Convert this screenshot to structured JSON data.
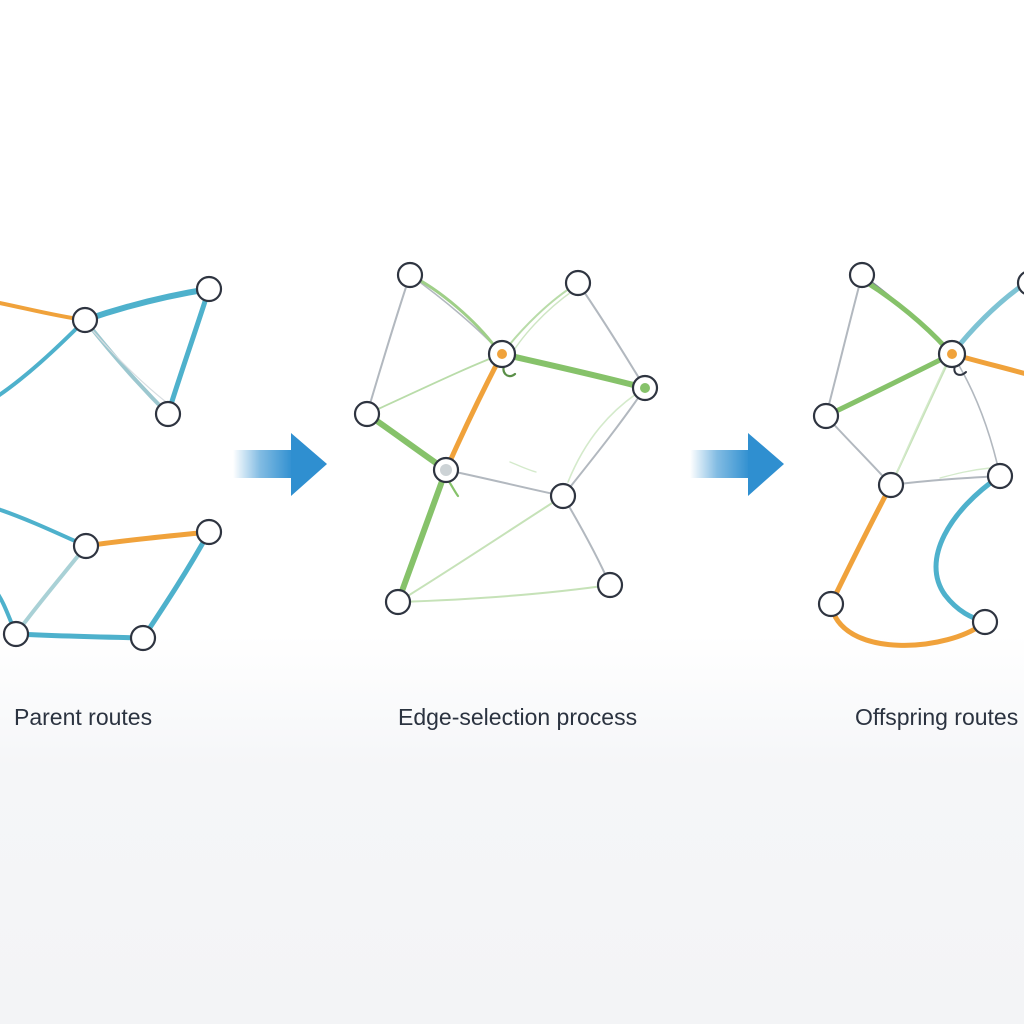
{
  "colors": {
    "blue": "#4eb1cc",
    "orange": "#f0a23b",
    "green": "#86c26a",
    "gray": "#b2b8bf",
    "teal_faint": "#9cc7cf",
    "node_fill": "#d5dade",
    "node_white": "#f7f8f9",
    "arrow": "#2f8fd0"
  },
  "panels": [
    {
      "id": "parent",
      "caption": "Parent routes"
    },
    {
      "id": "selection",
      "caption": "Edge-selection process"
    },
    {
      "id": "offspring",
      "caption": "Offspring routes"
    }
  ]
}
